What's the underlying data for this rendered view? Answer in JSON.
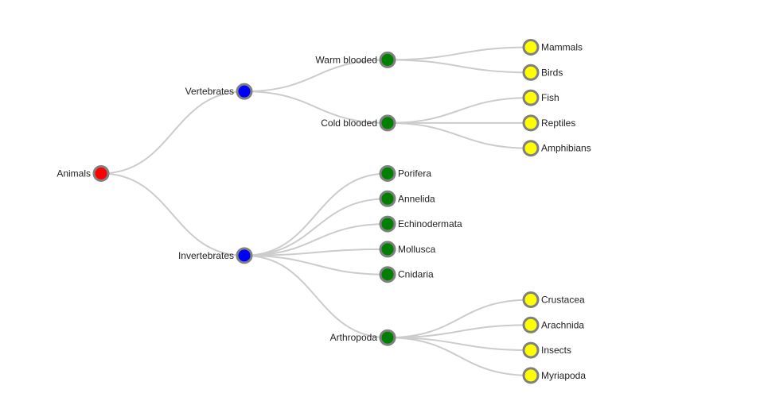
{
  "colors": {
    "root": "#ff0000",
    "level1": "#0000ff",
    "level2": "#008000",
    "level3": "#ffff00",
    "link": "#cccccc",
    "node_stroke": "#808080"
  },
  "tree": {
    "name": "Animals",
    "children": [
      {
        "name": "Vertebrates",
        "children": [
          {
            "name": "Warm blooded",
            "children": [
              {
                "name": "Mammals"
              },
              {
                "name": "Birds"
              }
            ]
          },
          {
            "name": "Cold blooded",
            "children": [
              {
                "name": "Fish"
              },
              {
                "name": "Reptiles"
              },
              {
                "name": "Amphibians"
              }
            ]
          }
        ]
      },
      {
        "name": "Invertebrates",
        "children": [
          {
            "name": "Porifera"
          },
          {
            "name": "Annelida"
          },
          {
            "name": "Echinodermata"
          },
          {
            "name": "Mollusca"
          },
          {
            "name": "Cnidaria"
          },
          {
            "name": "Arthropoda",
            "children": [
              {
                "name": "Crustacea"
              },
              {
                "name": "Arachnida"
              },
              {
                "name": "Insects"
              },
              {
                "name": "Myriapoda"
              }
            ]
          }
        ]
      }
    ]
  }
}
